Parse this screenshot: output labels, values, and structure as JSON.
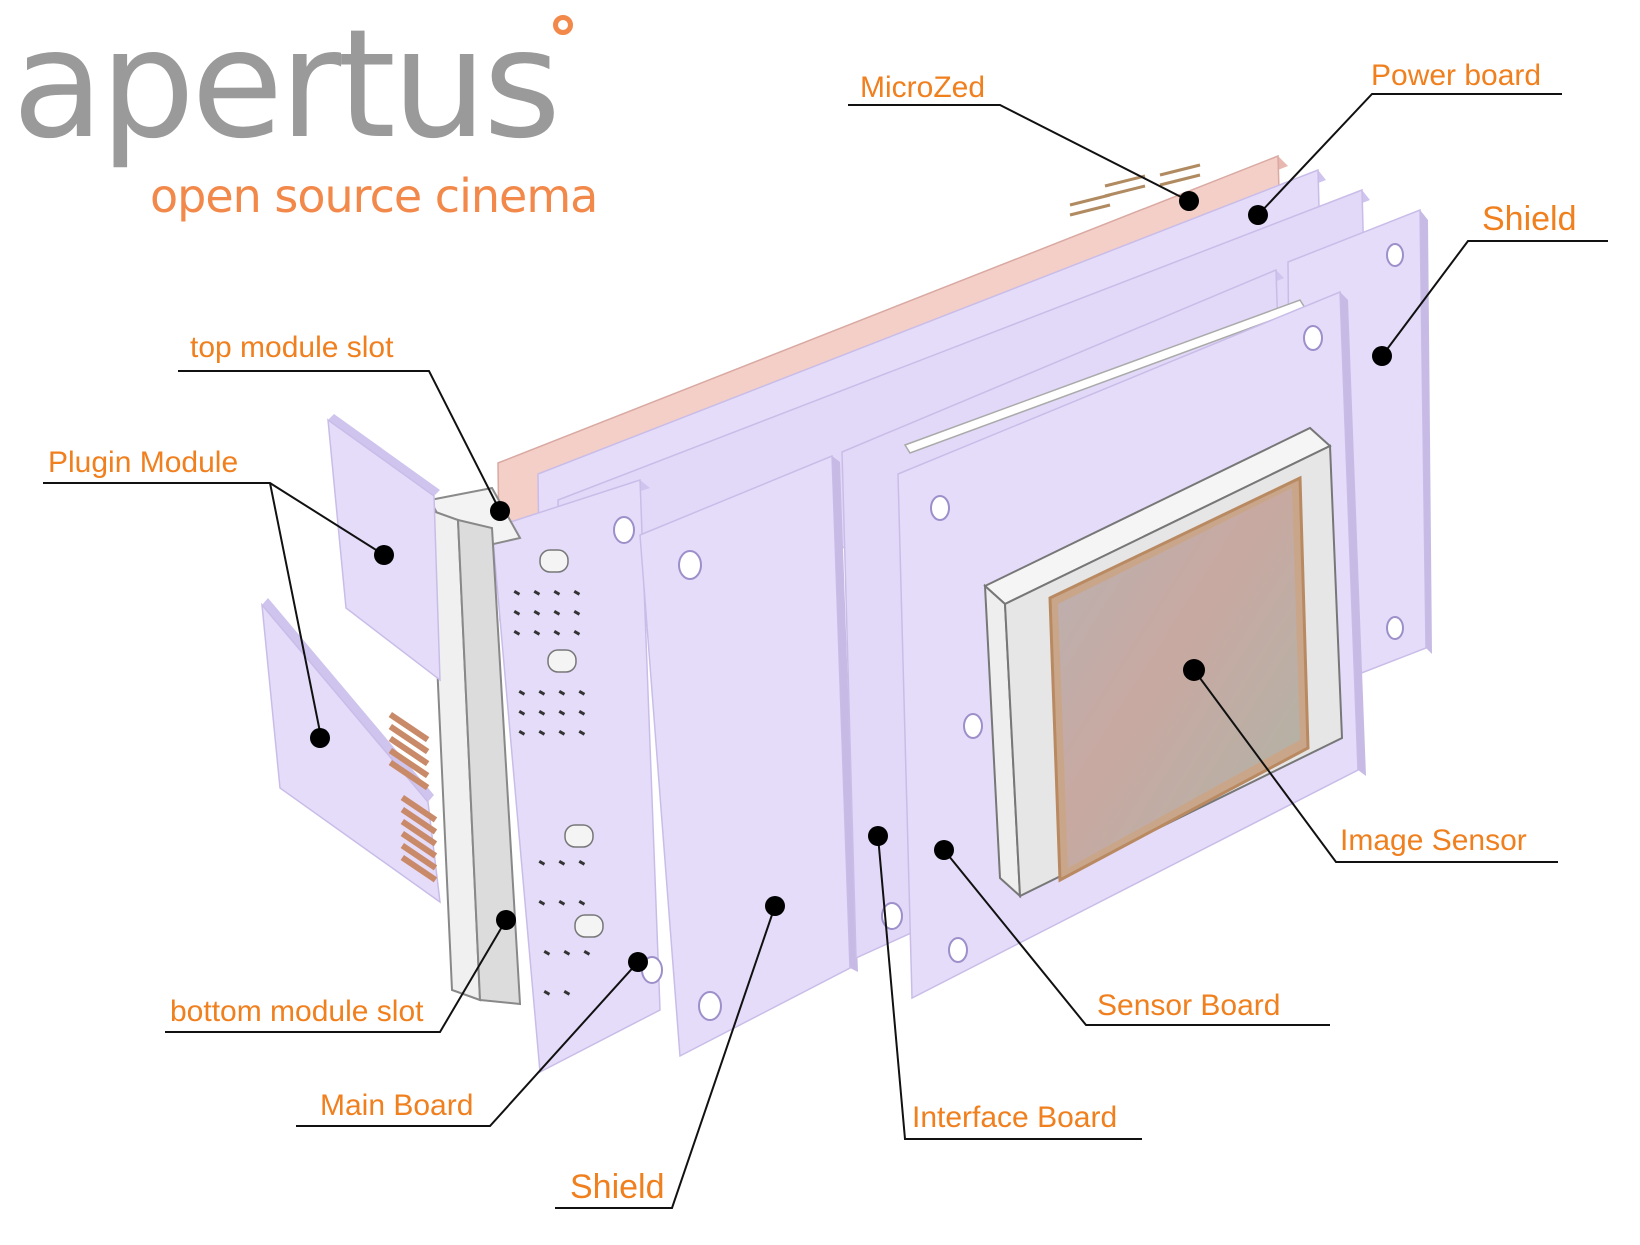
{
  "brand": {
    "name": "apertus",
    "tagline": "open source cinema",
    "colors": {
      "name": "#9a9a9a",
      "accent": "#f2894a"
    }
  },
  "labels": {
    "microzed": "MicroZed",
    "power_board": "Power board",
    "shield_right": "Shield",
    "top_module_slot": "top module slot",
    "plugin_module": "Plugin Module",
    "image_sensor": "Image Sensor",
    "sensor_board": "Sensor Board",
    "bottom_module_slot": "bottom module slot",
    "main_board": "Main Board",
    "interface_board": "Interface Board",
    "shield_bottom": "Shield"
  },
  "colors": {
    "label": "#f07f1e",
    "board": "#e5dcfa",
    "board_edge": "#c9bde8",
    "microzed_board": "#f4cfc8",
    "leader": "#111111"
  }
}
